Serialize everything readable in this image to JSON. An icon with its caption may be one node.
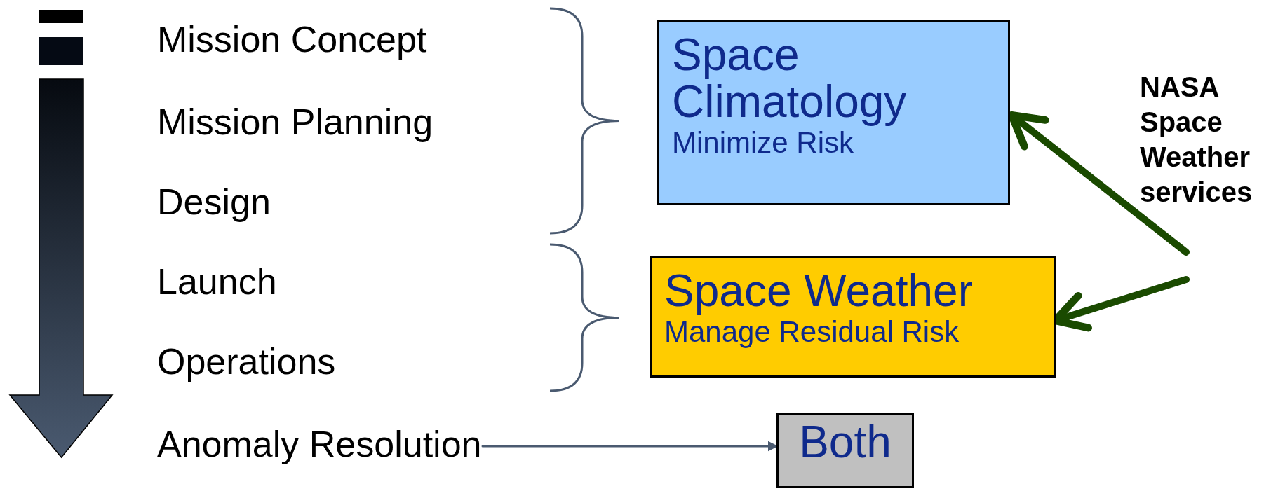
{
  "diagram": {
    "nodes": [
      {
        "text": [
          "Space Climatology",
          "Minimize Risk"
        ]
      },
      {
        "text": [
          "NASA Space Weather services"
        ]
      },
      {
        "text": [
          "Space Weather",
          "Manage Residual Risk"
        ]
      },
      {
        "text": [
          "Anomaly Resolution"
        ]
      },
      {
        "text": [
          "Both"
        ]
      }
    ],
    "edges": [
      {
        "from": 1,
        "to": 0,
        "arrow": "to"
      },
      {
        "from": 1,
        "to": 2,
        "arrow": "to"
      },
      {
        "from": 3,
        "to": 4,
        "arrow": "to",
        "color": "#4a5a70"
      }
    ],
    "labels": [
      "Mission Concept",
      "Mission Planning",
      "Design",
      "Launch",
      "Operations"
    ]
  }
}
